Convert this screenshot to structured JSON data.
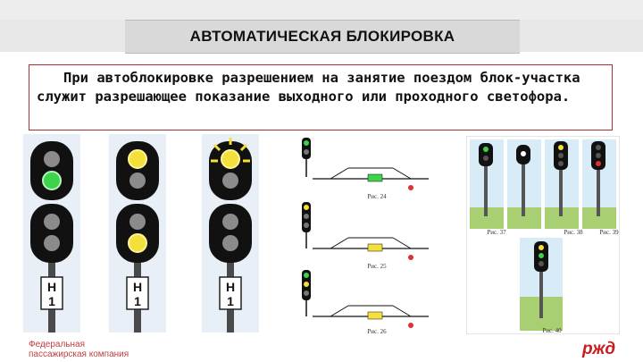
{
  "title": "АВТОМАТИЧЕСКАЯ БЛОКИРОВКА",
  "body_text": "При автоблокировке разрешением на занятие поездом блок-участка служит разрешающее показание выходного или проходного светофора.",
  "signals": [
    {
      "lamps": [
        "off",
        "green",
        "off",
        "off"
      ],
      "plate": "Н 1"
    },
    {
      "lamps": [
        "yellow",
        "off",
        "off",
        "yellow"
      ],
      "plate": "Н 1"
    },
    {
      "lamps": [
        "yellow-flash",
        "off",
        "off",
        "off"
      ],
      "plate": "Н 1"
    }
  ],
  "figures": {
    "diagram_captions": [
      "Рис. 24",
      "Рис. 25",
      "Рис. 26"
    ],
    "photo_captions": [
      "Рис. 37",
      "Рис. 38",
      "Рис. 39",
      "Рис. 40"
    ]
  },
  "footer": {
    "company_line1": "Федеральная",
    "company_line2": "пассажирская компания",
    "brand": "ржд"
  },
  "colors": {
    "frame_border": "#a83232",
    "green": "#3dd34a",
    "yellow": "#f3e03a",
    "red": "#e23030",
    "brand_red": "#c81e1e"
  }
}
